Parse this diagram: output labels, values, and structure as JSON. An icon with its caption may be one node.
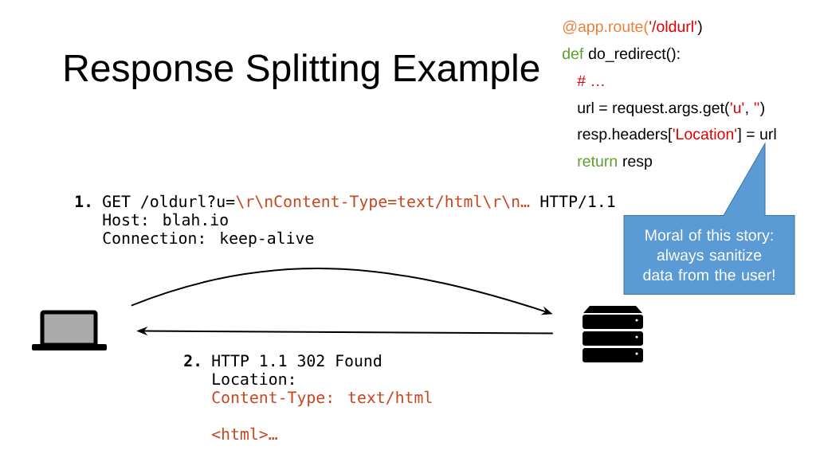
{
  "diagram": {
    "title": "Response Splitting Example",
    "nodes": [
      {
        "text": [],
        "shape": "laptop"
      },
      {
        "text": [],
        "shape": "server"
      },
      {
        "text": [
          "Moral of this story: always sanitize data from the user!"
        ]
      }
    ],
    "edges": [
      {
        "from": 0,
        "to": 1,
        "arrow": "to"
      },
      {
        "from": 1,
        "to": 0,
        "arrow": "to"
      }
    ],
    "labels": [
      "@app.route(",
      "'/oldurl'",
      ")",
      "def",
      "do_redirect():",
      "# …",
      "url = request.args.get(",
      "'u'",
      ",",
      "''",
      ")",
      "resp.headers[",
      "'Location'",
      "] = url",
      "return",
      "resp",
      "1.",
      "GET /oldurl?u=",
      "\\r\\nContent-Type=text/html\\r\\n…",
      "HTTP/1.1",
      "Host: blah.io",
      "Connection: keep-alive",
      "2.",
      "HTTP 1.1 302 Found",
      "Location:",
      "Content-Type: text/html",
      "<html>…"
    ]
  }
}
